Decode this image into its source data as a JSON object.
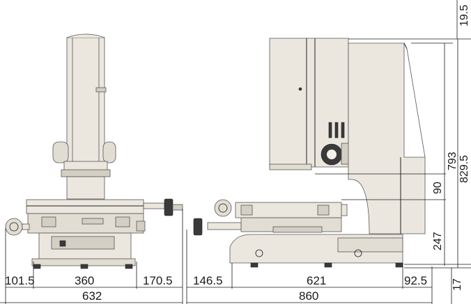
{
  "diagram": {
    "front_view": {
      "dim_left": "101.5",
      "dim_center": "360",
      "dim_right": "170.5",
      "dim_total": "632"
    },
    "side_view": {
      "dim_left": "146.5",
      "dim_center": "621",
      "dim_right": "92.5",
      "dim_total": "860",
      "dim_top_offset": "19.5",
      "dim_height_793": "793",
      "dim_height_total": "829.5",
      "dim_90": "90",
      "dim_247": "247",
      "dim_17": "17"
    }
  }
}
